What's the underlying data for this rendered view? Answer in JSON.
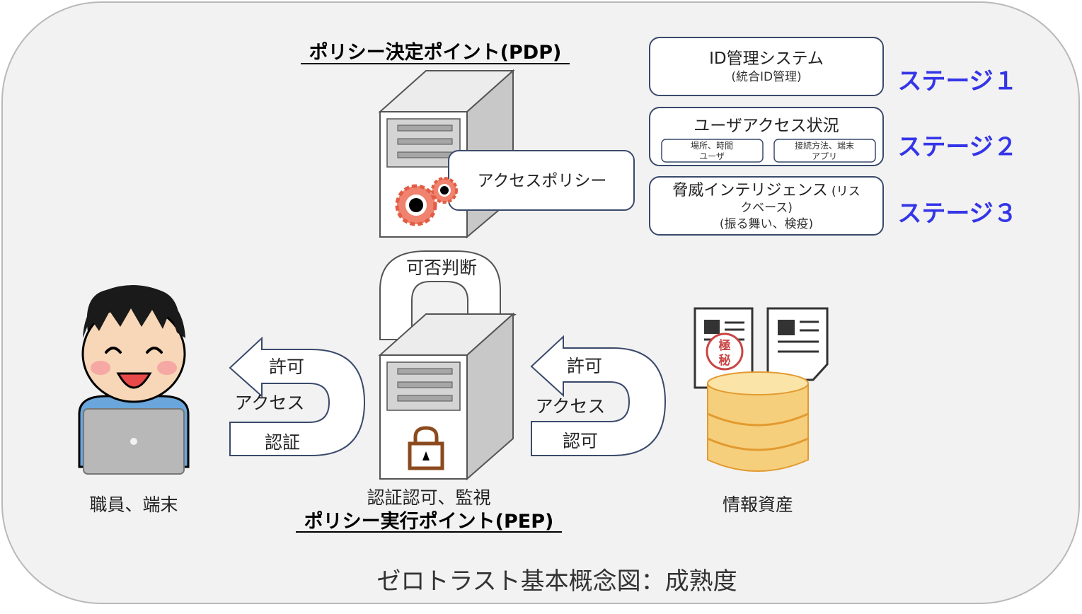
{
  "pdp": {
    "title": "ポリシー決定ポイント(PDP)",
    "policy_label": "アクセスポリシー"
  },
  "pep": {
    "caption": "認証認可、監視",
    "title": "ポリシー実行ポイント(PEP)"
  },
  "decision_label": "可否判断",
  "left_flow": {
    "permit": "許可",
    "access": "アクセス",
    "auth": "認証"
  },
  "right_flow": {
    "permit": "許可",
    "access": "アクセス",
    "authz": "認可"
  },
  "user": {
    "label": "職員、端末"
  },
  "asset": {
    "label": "情報資産",
    "stamp_text": [
      "極",
      "秘"
    ]
  },
  "stages": [
    {
      "box_title": "ID管理システム",
      "box_sub": "(統合ID管理)",
      "stage_label": "ステージ１"
    },
    {
      "box_title": "ユーザアクセス状況",
      "sub_left_1": "場所、時間",
      "sub_left_2": "ユーザ",
      "sub_right_1": "接続方法、端末",
      "sub_right_2": "アプリ",
      "stage_label": "ステージ２"
    },
    {
      "box_title": "脅威インテリジェンス",
      "box_title_suffix": "(リス",
      "box_line2": "クベース)",
      "box_line3": "(振る舞い、検疫)",
      "stage_label": "ステージ３"
    }
  ],
  "footer": {
    "title": "ゼロトラスト基本概念図：成熟度"
  },
  "colors": {
    "stage_blue": "#3535e8",
    "gear": "#f0836f",
    "lock": "#8b4a1e",
    "db": "#f6cf7c",
    "shirt": "#6aa6dc",
    "frame_bg": "#f2f2f2"
  }
}
